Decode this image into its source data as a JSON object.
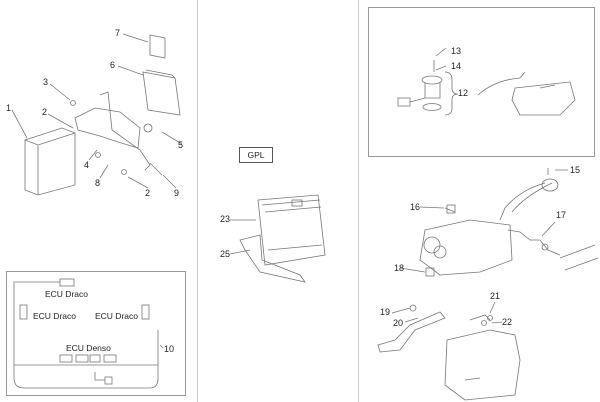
{
  "left_panel": {
    "callouts": [
      "7",
      "6",
      "3",
      "1",
      "2",
      "5",
      "4",
      "8",
      "2",
      "9"
    ],
    "wiring": {
      "connectors": [
        "ECU Draco",
        "ECU Draco",
        "ECU Draco",
        "ECU Denso"
      ],
      "callout": "10"
    }
  },
  "middle_panel": {
    "variant_label": "GPL",
    "callouts": [
      "23",
      "25"
    ]
  },
  "right_panel": {
    "fuel_pump_callouts": [
      "13",
      "14",
      "12"
    ],
    "engine_callouts": [
      "15",
      "16",
      "17",
      "18",
      "19",
      "20",
      "21",
      "22"
    ]
  }
}
